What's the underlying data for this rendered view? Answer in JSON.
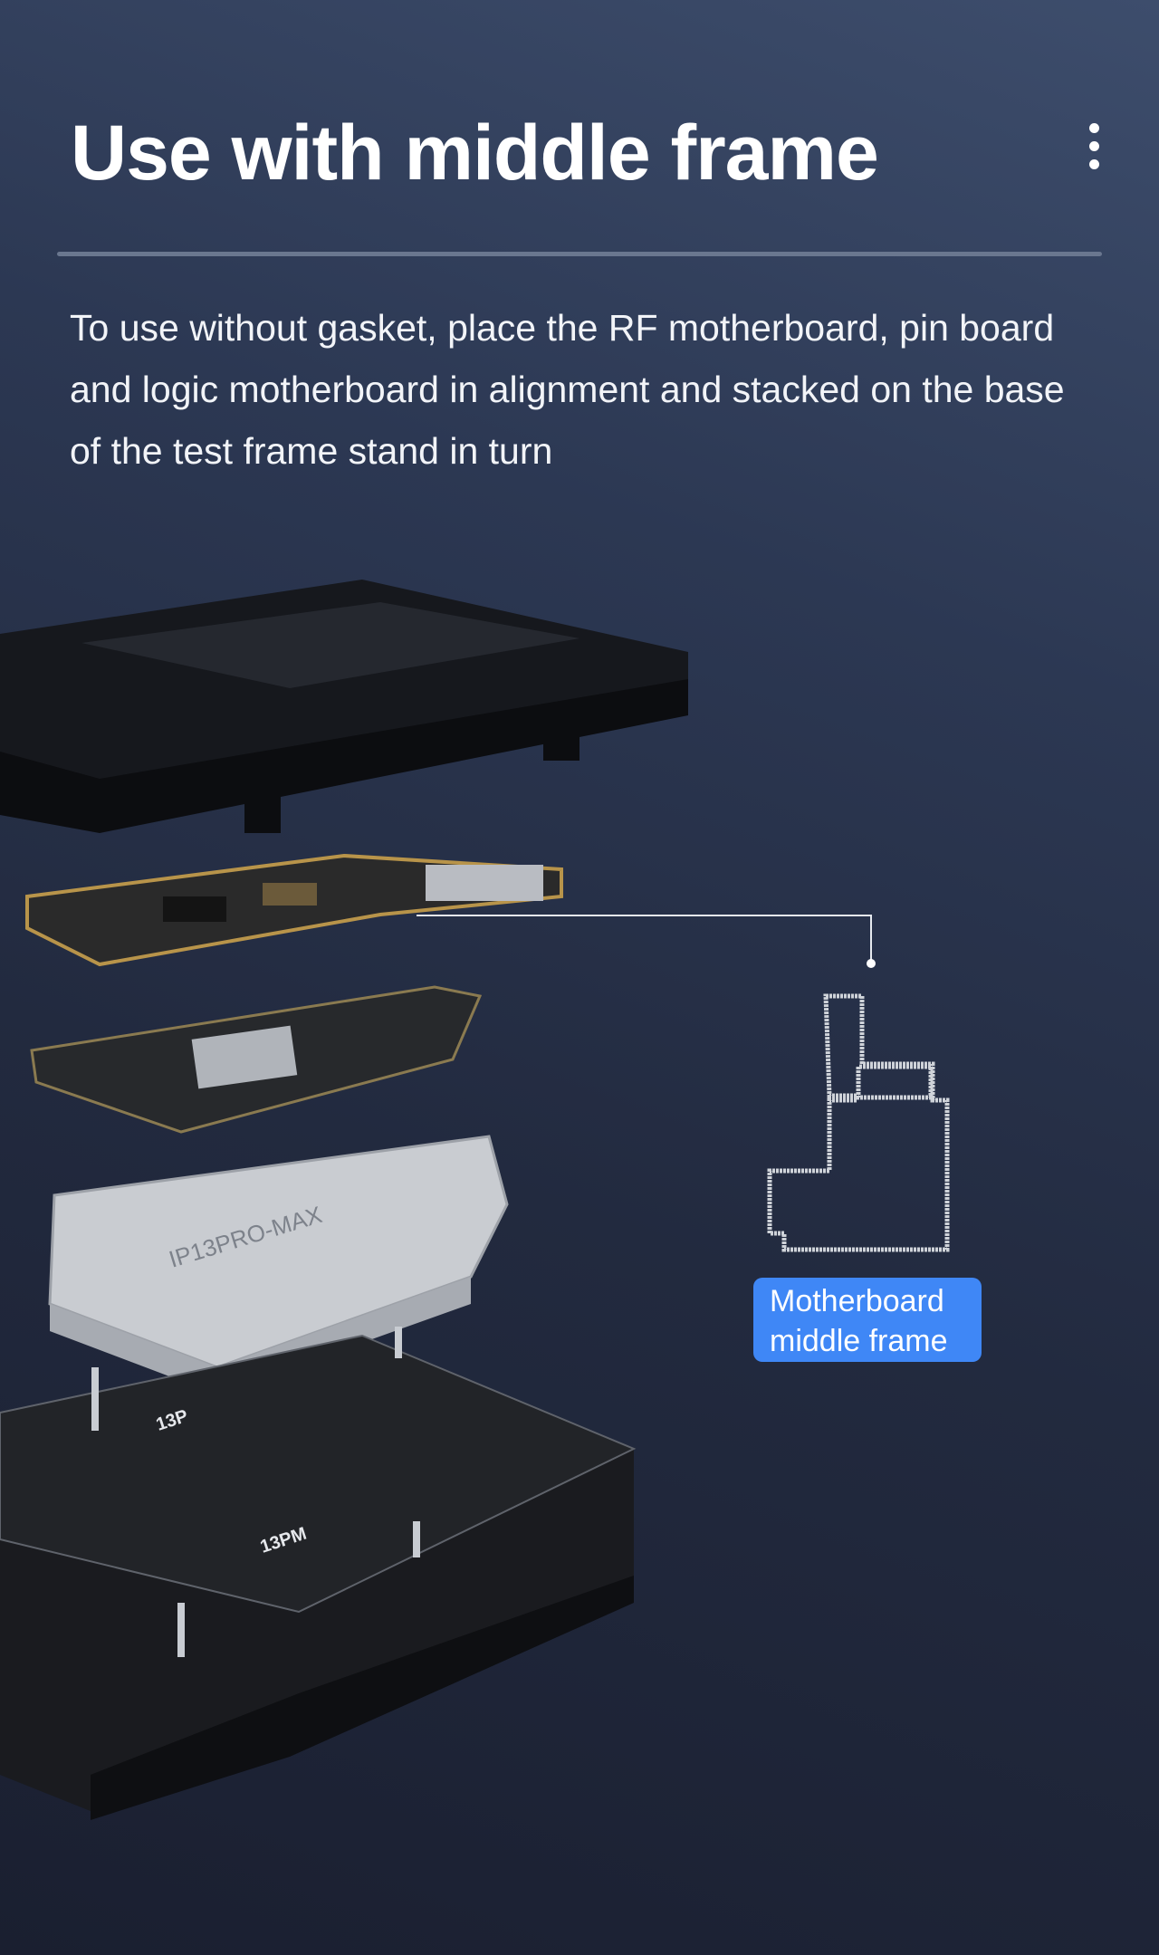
{
  "header": {
    "title": "Use with middle frame",
    "more_icon": "vertical-ellipsis-icon"
  },
  "description": "To use without gasket, place the RF motherboard, pin board and logic motherboard in alignment and stacked on the base of the test frame stand in turn",
  "callout": {
    "line1": "Motherboard",
    "line2": "middle frame",
    "color": "#3f87f6"
  },
  "product_labels": {
    "pin_board": "IP13PRO-MAX",
    "base_left": "13P",
    "base_right": "13PM"
  }
}
